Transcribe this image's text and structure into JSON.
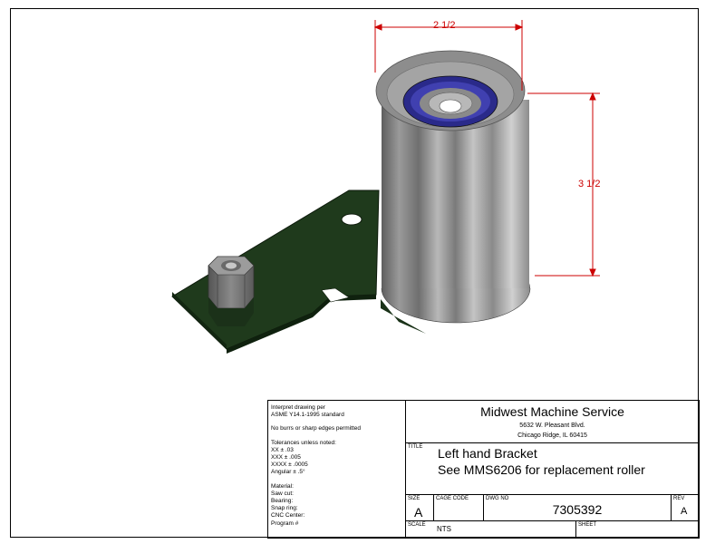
{
  "dimensions": {
    "width_label": "2 1/2",
    "height_label": "3 1/2"
  },
  "notes": {
    "interpret_1": "Interpret drawing per",
    "interpret_2": "ASME Y14.1-1995 standard",
    "burrs": "No burrs or sharp edges permitted",
    "tol_header": "Tolerances unless noted:",
    "tol_xx": "XX ± .03",
    "tol_xxx": "XXX ± .005",
    "tol_xxxx": "XXXX ± .0005",
    "tol_angular": "Angular ± .5°",
    "material": "Material:",
    "saw_cut": "Saw cut:",
    "bearing": "Bearing:",
    "snap_ring": "Snap ring:",
    "cnc_center": "CNC Center:",
    "program": "Program #"
  },
  "company": {
    "name": "Midwest Machine Service",
    "address": "5632 W. Pleasant Blvd.",
    "city": "Chicago Ridge, IL 60415"
  },
  "title_block": {
    "title_label": "TITLE",
    "title_line_1": "Left hand Bracket",
    "title_line_2": "See MMS6206 for replacement roller",
    "size_label": "SIZE",
    "size_value": "A",
    "cage_label": "CAGE CODE",
    "dwg_label": "DWG NO",
    "dwg_value": "7305392",
    "rev_label": "REV",
    "rev_value": "A",
    "scale_label": "SCALE",
    "scale_value": "NTS",
    "sheet_label": "SHEET"
  },
  "colors": {
    "dimension": "#cc0000",
    "plate": "#1f3f1f",
    "bearing": "#3030a0",
    "roller": "#9a9a9a"
  }
}
